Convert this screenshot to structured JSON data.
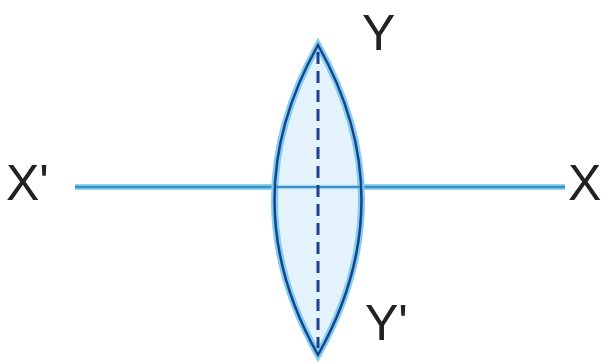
{
  "diagram": {
    "labels": [
      "Y",
      "X'",
      "X",
      "Y'"
    ]
  }
}
